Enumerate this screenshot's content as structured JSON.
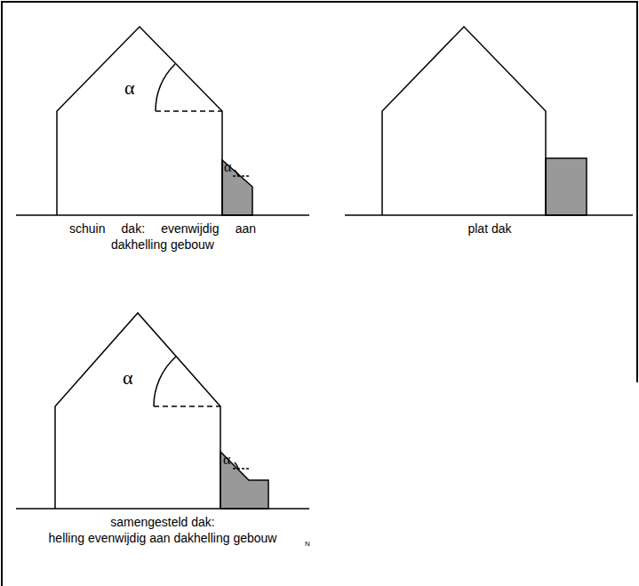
{
  "diagram": {
    "labels": [
      "α",
      "α",
      "schuin dak: evenwijdig aan dakhelling gebouw",
      "plat dak",
      "α",
      "α",
      "samengesteld dak: helling evenwijdig aan dakhelling gebouw",
      "N"
    ]
  }
}
